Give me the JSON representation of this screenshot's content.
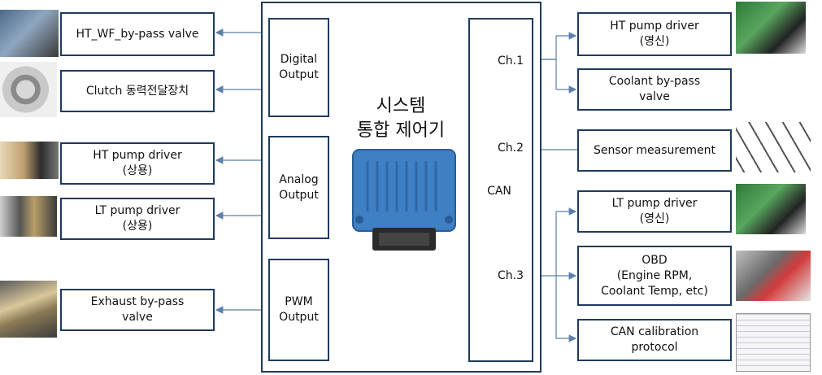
{
  "left_devices": [
    {
      "label": "HT_WF_by-pass  valve"
    },
    {
      "label": "Clutch  동력전달장치"
    },
    {
      "label": "HT  pump  driver\n(상용)"
    },
    {
      "label": "LT  pump  driver\n(상용)"
    },
    {
      "label": "Exhaust by-pass\nvalve"
    }
  ],
  "outputs": [
    {
      "label": "Digital\nOutput"
    },
    {
      "label": "Analog\nOutput"
    },
    {
      "label": "PWM\nOutput"
    }
  ],
  "controller": {
    "title": "시스템\n통합 제어기"
  },
  "can": {
    "label": "CAN",
    "channels": [
      "Ch.1",
      "Ch.2",
      "Ch.3"
    ]
  },
  "right_devices": [
    {
      "label": "HT  pump  driver\n(영신)"
    },
    {
      "label": "Coolant  by-pass\nvalve"
    },
    {
      "label": "Sensor measurement"
    },
    {
      "label": "LT  pump  driver\n(영신)"
    },
    {
      "label": "OBD\n(Engine RPM,\nCoolant Temp,  etc)"
    },
    {
      "label": "CAN  calibration\nprotocol"
    }
  ],
  "colors": {
    "box_border": "#1f3a5f",
    "arrow": "#5b7fa8",
    "ecu_body": "#3f7fc4"
  }
}
